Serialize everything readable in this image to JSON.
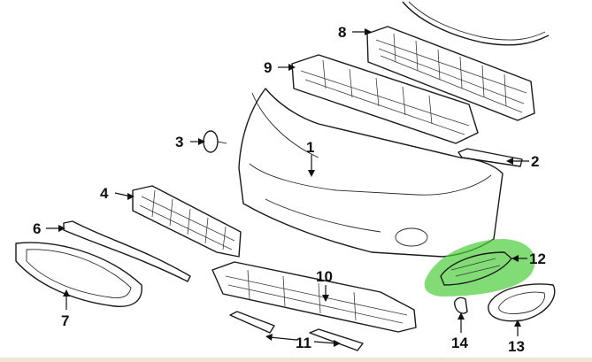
{
  "callouts": [
    {
      "id": "1",
      "label": "1"
    },
    {
      "id": "2",
      "label": "2"
    },
    {
      "id": "3",
      "label": "3"
    },
    {
      "id": "4",
      "label": "4"
    },
    {
      "id": "6",
      "label": "6"
    },
    {
      "id": "7",
      "label": "7"
    },
    {
      "id": "8",
      "label": "8"
    },
    {
      "id": "9",
      "label": "9"
    },
    {
      "id": "10",
      "label": "10"
    },
    {
      "id": "11",
      "label": "11"
    },
    {
      "id": "12",
      "label": "12"
    },
    {
      "id": "13",
      "label": "13"
    },
    {
      "id": "14",
      "label": "14"
    }
  ],
  "highlight": {
    "color": "#4ccd3c",
    "part": "12"
  }
}
